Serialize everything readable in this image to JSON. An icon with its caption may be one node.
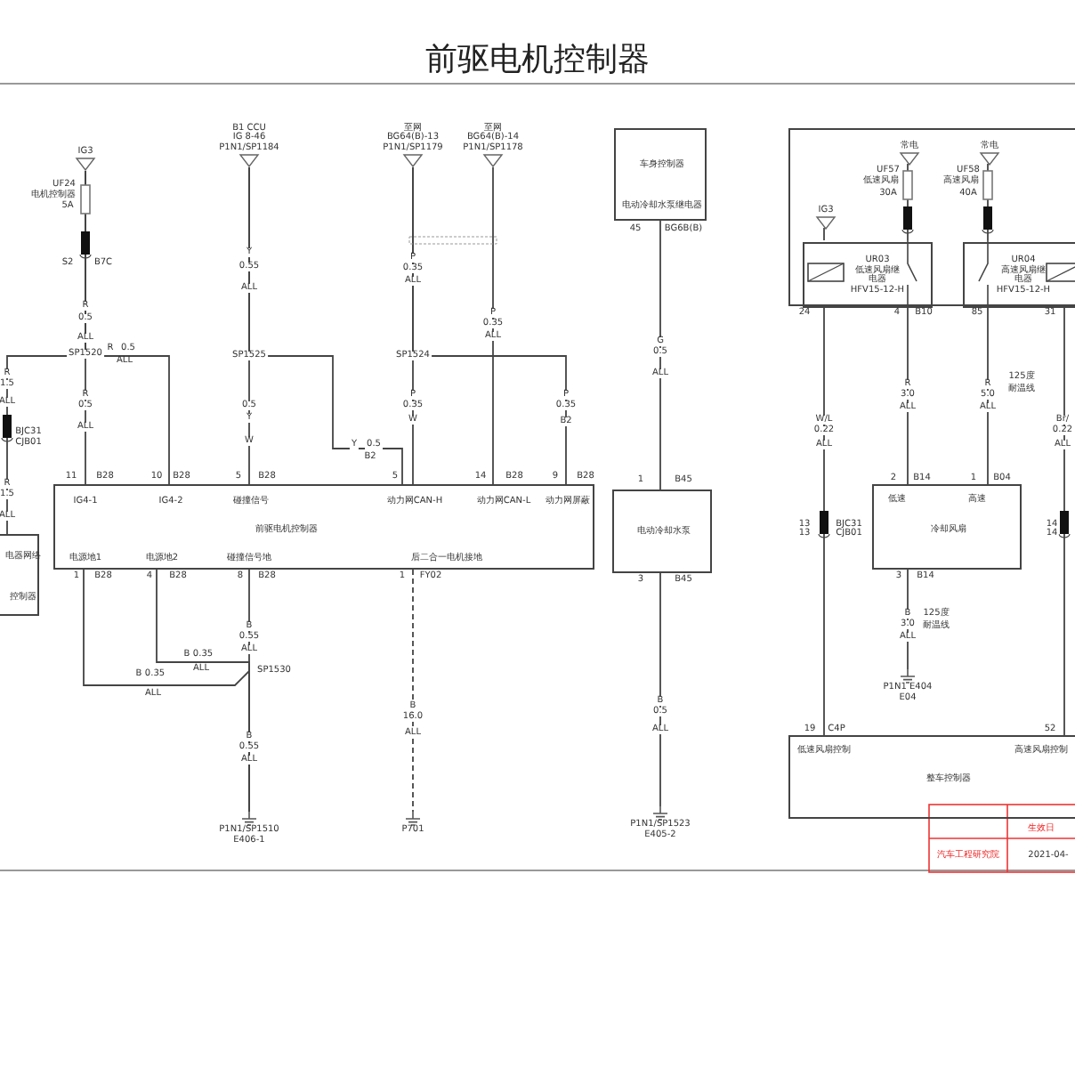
{
  "diagram": {
    "title": "前驱电机控制器",
    "nodes": [
      {
        "text": [
          "前驱电机控制器",
          "IG4-1",
          "IG4-2",
          "碰撞信号",
          "动力网CAN-H",
          "动力网CAN-L",
          "动力网屏蔽",
          "电源地1",
          "电源地2",
          "碰撞信号地",
          "后二合一电机接地"
        ]
      },
      {
        "text": [
          "电器网络",
          "控制器"
        ]
      },
      {
        "text": [
          "IG3"
        ]
      },
      {
        "text": [
          "B1 CCU",
          "IG 8-46",
          "P1N1/SP1184"
        ]
      },
      {
        "text": [
          "至网",
          "BG64(B)-13",
          "P1N1/SP1179"
        ]
      },
      {
        "text": [
          "至网",
          "BG64(B)-14",
          "P1N1/SP1178"
        ]
      },
      {
        "text": [
          "车身控制器",
          "电动冷却水泵继电器"
        ]
      },
      {
        "text": [
          "电动冷却水泵"
        ]
      },
      {
        "text": [
          "P1N1/SP1523",
          "E405-2"
        ]
      },
      {
        "text": [
          "P1N1/SP1510",
          "E406-1"
        ]
      },
      {
        "text": [
          "P701"
        ]
      },
      {
        "text": [],
        "shape": "box"
      },
      {
        "text": [
          "UR03",
          "低速风扇继电器",
          "HFV15-12-H"
        ],
        "in": 11
      },
      {
        "text": [
          "UR04",
          "高速风扇继电器",
          "HFV15-12-H"
        ],
        "in": 11
      },
      {
        "text": [
          "IG3"
        ],
        "in": 11
      },
      {
        "text": [
          "常电"
        ],
        "in": 11
      },
      {
        "text": [
          "常电"
        ],
        "in": 11
      },
      {
        "text": [
          "冷却风扇",
          "低速",
          "高速"
        ]
      },
      {
        "text": [
          "P1N1 E404",
          "E04"
        ]
      },
      {
        "text": [
          "整车控制器",
          "低速风扇控制",
          "高速风扇控制"
        ]
      }
    ],
    "edges": [
      {
        "from": 2,
        "to": 0,
        "arrow": "none"
      },
      {
        "from": 2,
        "to": 0,
        "arrow": "none"
      },
      {
        "from": 2,
        "to": 1,
        "arrow": "none"
      },
      {
        "from": 3,
        "to": 0,
        "arrow": "none"
      },
      {
        "from": 3,
        "to": 0,
        "arrow": "none"
      },
      {
        "from": 4,
        "to": 0,
        "arrow": "none"
      },
      {
        "from": 4,
        "to": 0,
        "arrow": "none"
      },
      {
        "from": 5,
        "to": 0,
        "arrow": "none"
      },
      {
        "from": 0,
        "to": 9,
        "arrow": "none"
      },
      {
        "from": 0,
        "to": 9,
        "arrow": "none"
      },
      {
        "from": 0,
        "to": 9,
        "arrow": "none"
      },
      {
        "from": 0,
        "to": 10,
        "arrow": "none",
        "style": "dashed"
      },
      {
        "from": 6,
        "to": 7,
        "arrow": "none"
      },
      {
        "from": 7,
        "to": 8,
        "arrow": "none"
      },
      {
        "from": 15,
        "to": 12,
        "arrow": "none"
      },
      {
        "from": 16,
        "to": 13,
        "arrow": "none"
      },
      {
        "from": 14,
        "to": 12,
        "arrow": "none"
      },
      {
        "from": 12,
        "to": 17,
        "arrow": "none"
      },
      {
        "from": 13,
        "to": 17,
        "arrow": "none"
      },
      {
        "from": 12,
        "to": 19,
        "arrow": "none"
      },
      {
        "from": 13,
        "to": 19,
        "arrow": "none"
      },
      {
        "from": 17,
        "to": 18,
        "arrow": "none"
      }
    ],
    "labels": [
      "UF24",
      "电机控制器",
      "5A",
      "S2",
      "B7C",
      "R",
      "0.5",
      "ALL",
      "SP1520",
      "R",
      "0.5",
      "ALL",
      "R",
      "0.5",
      "ALL",
      "R",
      "1.5",
      "ALL",
      "BJC31",
      "CJB01",
      "R",
      "1.5",
      "ALL",
      "11",
      "B28",
      "10",
      "B28",
      "5",
      "B28",
      "5",
      "14",
      "B28",
      "9",
      "B28",
      "Y",
      "0.55",
      "ALL",
      "SP1525",
      "0.5",
      "Y",
      "W",
      "Y",
      "0.5",
      "B2",
      "P",
      "0.35",
      "ALL",
      "P",
      "0.35",
      "ALL",
      "SP1524",
      "P",
      "0.35",
      "W",
      "P",
      "0.35",
      "B2",
      "1",
      "B28",
      "4",
      "B28",
      "8",
      "B28",
      "1",
      "FY02",
      "B",
      "0.55",
      "ALL",
      "SP1530",
      "B",
      "0.35",
      "ALL",
      "B",
      "0.35",
      "ALL",
      "B",
      "0.55",
      "ALL",
      "B",
      "16.0",
      "ALL",
      "45",
      "BG6B(B)",
      "G",
      "0.5",
      "ALL",
      "1",
      "B45",
      "3",
      "B45",
      "B",
      "0.5",
      "ALL",
      "UF57",
      "低速风扇",
      "30A",
      "UF58",
      "高速风扇",
      "40A",
      "24",
      "4",
      "B10",
      "85",
      "31",
      "W/L",
      "0.22",
      "ALL",
      "R",
      "3.0",
      "ALL",
      "R",
      "5.0",
      "ALL",
      "125度",
      "耐温线",
      "Br/",
      "0.22",
      "ALL",
      "2",
      "B14",
      "1",
      "B04",
      "13",
      "13",
      "BJC31",
      "CJB01",
      "14",
      "14",
      "3",
      "B14",
      "B",
      "3.0",
      "ALL",
      "125度",
      "耐温线",
      "19",
      "C4P",
      "52",
      "生效日",
      "汽车工程研究院",
      "2021-04-"
    ]
  }
}
